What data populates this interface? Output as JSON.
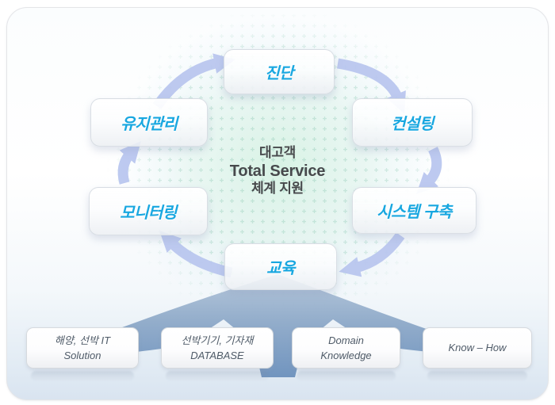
{
  "diagram": {
    "center": {
      "line1": "대고객",
      "line2": "Total Service",
      "line3": "체계 지원"
    },
    "cycle": [
      {
        "id": "diagnosis",
        "label": "진단"
      },
      {
        "id": "consulting",
        "label": "컨설팅"
      },
      {
        "id": "system-build",
        "label": "시스템 구축"
      },
      {
        "id": "education",
        "label": "교육"
      },
      {
        "id": "monitoring",
        "label": "모니터링"
      },
      {
        "id": "maintenance",
        "label": "유지관리"
      }
    ],
    "foundations": [
      {
        "line1": "해양, 선박 IT",
        "line2": "Solution"
      },
      {
        "line1": "선박기기, 기자재",
        "line2": "DATABASE"
      },
      {
        "line1": "Domain",
        "line2": "Knowledge"
      },
      {
        "line1": "Know – How",
        "line2": ""
      }
    ],
    "colors": {
      "node_text": "#18a7e0",
      "center_text": "#47494c",
      "foundation_text": "#4f5b68",
      "cycle_arrow": "#b9c6ef",
      "big_arrow_top": "#b4c6da",
      "big_arrow_bottom": "#6b90bc",
      "center_glow": "#d6f2e3",
      "panel_bottom": "#d9e4f0"
    }
  }
}
